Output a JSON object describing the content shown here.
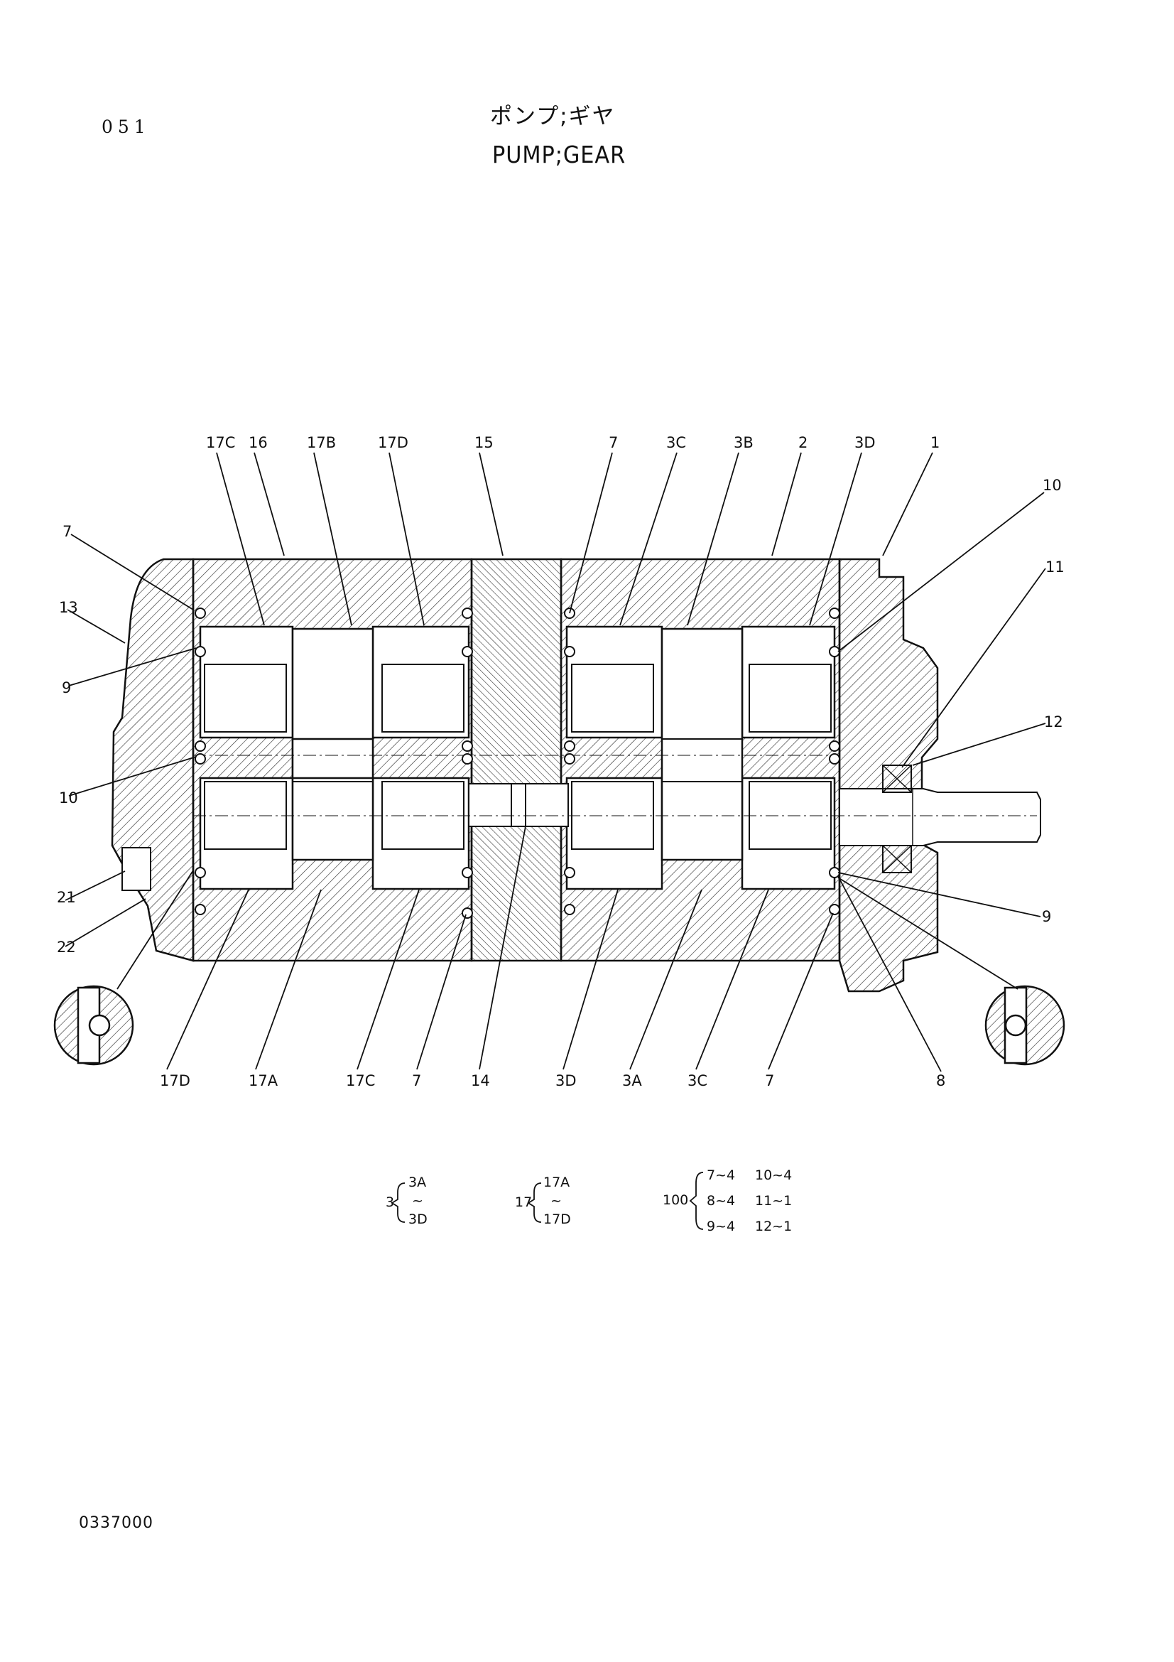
{
  "header": {
    "page_number": "051",
    "title_jp": "ポンプ;ギヤ",
    "title_en": "PUMP;GEAR"
  },
  "callouts": {
    "top": [
      "17C",
      "16",
      "17B",
      "17D",
      "15",
      "7",
      "3C",
      "3B",
      "2",
      "3D",
      "1"
    ],
    "left": [
      "7",
      "13",
      "9",
      "10",
      "21",
      "22"
    ],
    "right": [
      "10",
      "11",
      "12",
      "9"
    ],
    "bottom": [
      "17D",
      "17A",
      "17C",
      "7",
      "14",
      "3D",
      "3A",
      "3C",
      "7",
      "8"
    ]
  },
  "legend": {
    "group3": {
      "parent": "3",
      "first": "3A",
      "sep": "~",
      "last": "3D"
    },
    "group17": {
      "parent": "17",
      "first": "17A",
      "sep": "~",
      "last": "17D"
    },
    "group100": {
      "parent": "100",
      "items": [
        "7~4",
        "10~4",
        "8~4",
        "11~1",
        "9~4",
        "12~1"
      ]
    }
  },
  "footer": {
    "document_number": "0337000"
  }
}
